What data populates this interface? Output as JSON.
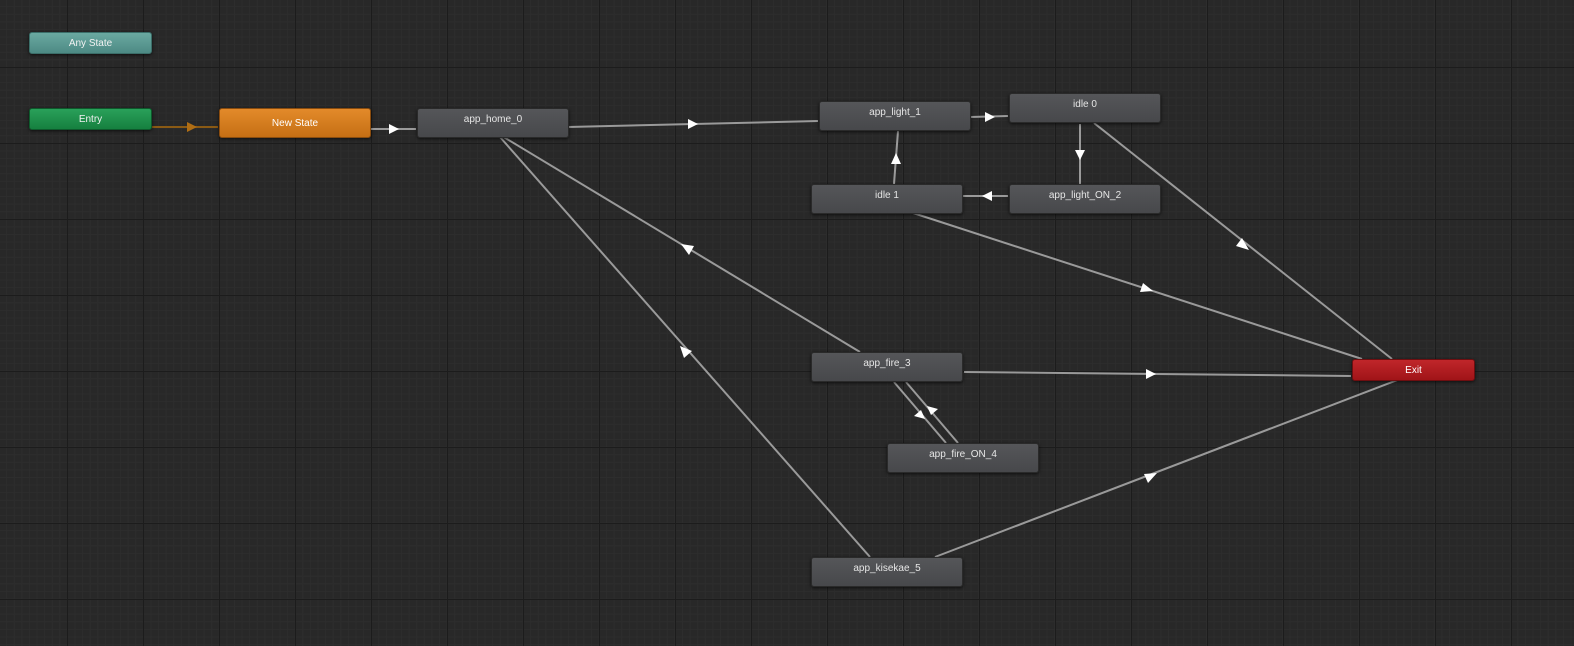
{
  "graph": {
    "nodes": [
      {
        "id": "any_state",
        "label": "Any State",
        "kind": "anystate"
      },
      {
        "id": "entry",
        "label": "Entry",
        "kind": "entry"
      },
      {
        "id": "new_state",
        "label": "New State",
        "kind": "default"
      },
      {
        "id": "app_home_0",
        "label": "app_home_0",
        "kind": "state"
      },
      {
        "id": "app_light_1",
        "label": "app_light_1",
        "kind": "state"
      },
      {
        "id": "idle_0",
        "label": "idle 0",
        "kind": "state"
      },
      {
        "id": "idle_1",
        "label": "idle 1",
        "kind": "state"
      },
      {
        "id": "app_light_on_2",
        "label": "app_light_ON_2",
        "kind": "state"
      },
      {
        "id": "app_fire_3",
        "label": "app_fire_3",
        "kind": "state"
      },
      {
        "id": "app_fire_on_4",
        "label": "app_fire_ON_4",
        "kind": "state"
      },
      {
        "id": "app_kisekae_5",
        "label": "app_kisekae_5",
        "kind": "state"
      },
      {
        "id": "exit",
        "label": "Exit",
        "kind": "exit"
      }
    ],
    "transitions": [
      {
        "from": "entry",
        "to": "new_state"
      },
      {
        "from": "new_state",
        "to": "app_home_0"
      },
      {
        "from": "app_home_0",
        "to": "app_light_1"
      },
      {
        "from": "app_light_1",
        "to": "idle_0"
      },
      {
        "from": "idle_0",
        "to": "app_light_on_2"
      },
      {
        "from": "app_light_on_2",
        "to": "idle_1"
      },
      {
        "from": "idle_1",
        "to": "app_light_1"
      },
      {
        "from": "idle_0",
        "to": "exit"
      },
      {
        "from": "idle_1",
        "to": "exit"
      },
      {
        "from": "app_fire_3",
        "to": "app_home_0"
      },
      {
        "from": "app_kisekae_5",
        "to": "app_home_0"
      },
      {
        "from": "app_fire_3",
        "to": "exit"
      },
      {
        "from": "app_fire_3",
        "to": "app_fire_on_4"
      },
      {
        "from": "app_fire_on_4",
        "to": "app_fire_3"
      },
      {
        "from": "app_kisekae_5",
        "to": "exit"
      }
    ],
    "colors": {
      "background": "#282828",
      "transition_line": "#9a9a9a",
      "arrow": "#ffffff",
      "entry_transition": "#8a5a14",
      "any_state": "#5a9a93",
      "entry": "#1f9150",
      "default_state": "#d47c1e",
      "state": "#4e4f52",
      "exit": "#b01d21"
    }
  }
}
